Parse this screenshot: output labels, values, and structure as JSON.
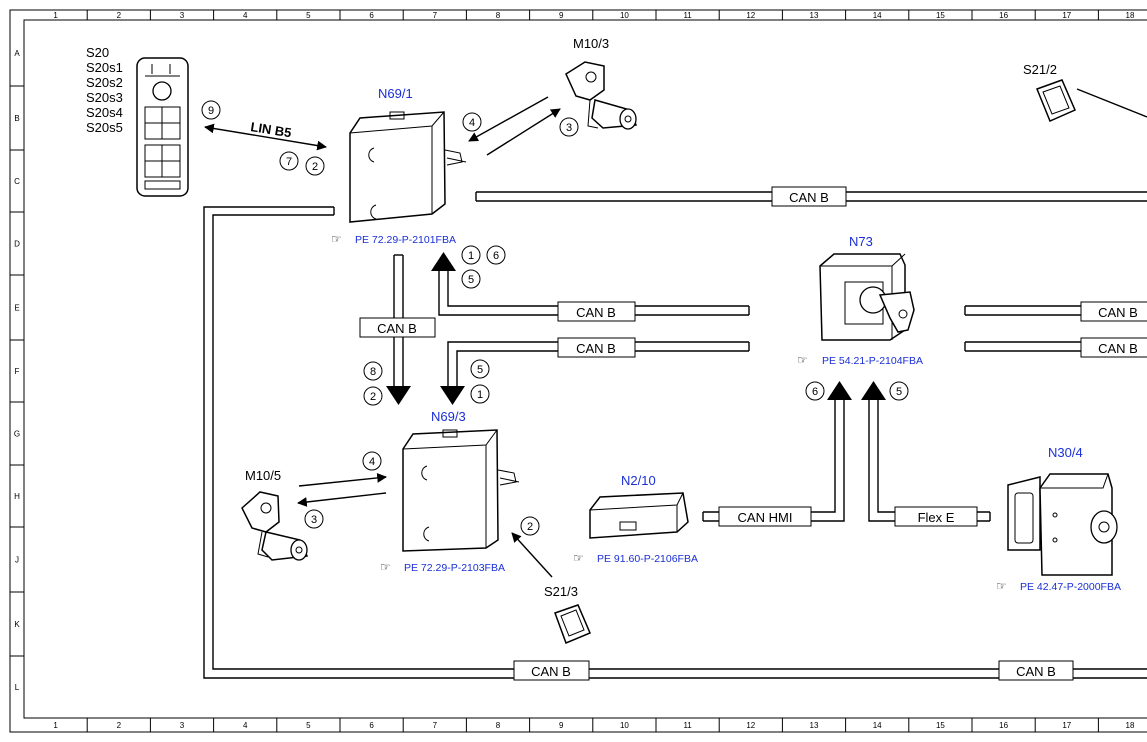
{
  "grid": {
    "columns": [
      "1",
      "2",
      "3",
      "4",
      "5",
      "6",
      "7",
      "8",
      "9",
      "10",
      "11",
      "12",
      "13",
      "14",
      "15",
      "16",
      "17",
      "18"
    ],
    "rows": [
      "A",
      "B",
      "C",
      "D",
      "E",
      "F",
      "G",
      "H",
      "J",
      "K",
      "L"
    ]
  },
  "components": {
    "s20_switch": {
      "labels": [
        "S20",
        "S20s1",
        "S20s2",
        "S20s3",
        "S20s4",
        "S20s5"
      ]
    },
    "n69_1": {
      "label": "N69/1",
      "ref": "PE 72.29-P-2101FBA"
    },
    "m10_3": {
      "label": "M10/3"
    },
    "s21_2": {
      "label": "S21/2"
    },
    "n73": {
      "label": "N73",
      "ref": "PE 54.21-P-2104FBA"
    },
    "n69_3": {
      "label": "N69/3",
      "ref": "PE 72.29-P-2103FBA"
    },
    "m10_5": {
      "label": "M10/5"
    },
    "n2_10": {
      "label": "N2/10",
      "ref": "PE 91.60-P-2106FBA"
    },
    "s21_3": {
      "label": "S21/3"
    },
    "n30_4": {
      "label": "N30/4",
      "ref": "PE 42.47-P-2000FBA"
    }
  },
  "buses": {
    "lin_b5": "LIN B5",
    "can_b": "CAN B",
    "can_hmi": "CAN HMI",
    "flex_e": "Flex E"
  },
  "signals": {
    "lin_9": "9",
    "lin_7": "7",
    "lin_2": "2",
    "m103_4": "4",
    "m103_3": "3",
    "n69_1_out_1": "1",
    "n69_1_out_6": "6",
    "n69_1_out_5": "5",
    "down_8": "8",
    "down_2": "2",
    "down_5": "5",
    "down_1": "1",
    "m105_4": "4",
    "m105_3": "3",
    "s213_2": "2",
    "n73_6": "6",
    "n73_5": "5"
  }
}
